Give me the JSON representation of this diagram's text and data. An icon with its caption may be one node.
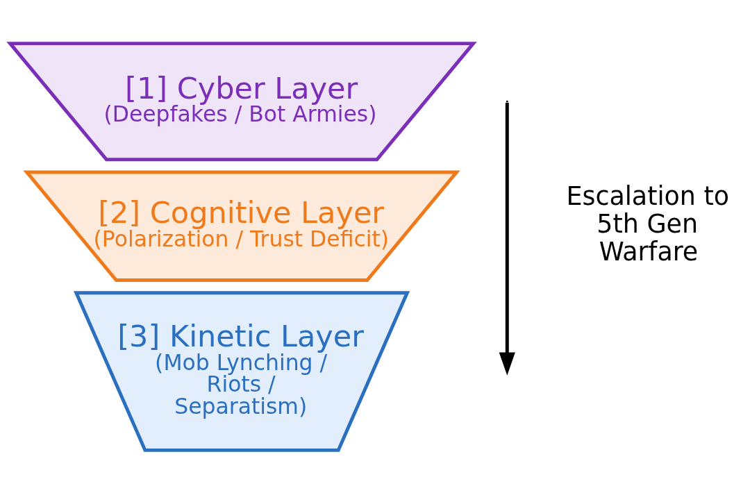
{
  "diagram": {
    "nodes": [
      {
        "text": [
          "[1] Cyber Layer",
          "(Deepfakes / Bot Armies)"
        ]
      },
      {
        "text": [
          "[2] Cognitive Layer",
          "(Polarization / Trust Deficit)"
        ]
      },
      {
        "text": [
          "[3] Kinetic Layer",
          "(Mob Lynching / Riots / Separatism)"
        ]
      }
    ],
    "edges": [],
    "labels": [
      "Escalation to 5th Gen Warfare"
    ]
  }
}
